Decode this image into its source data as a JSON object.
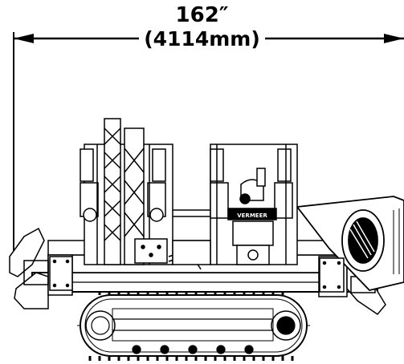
{
  "dimension": {
    "value_inches": "162″",
    "value_mm": "(4114mm)"
  },
  "machine": {
    "nameplate": "VERMEER"
  }
}
